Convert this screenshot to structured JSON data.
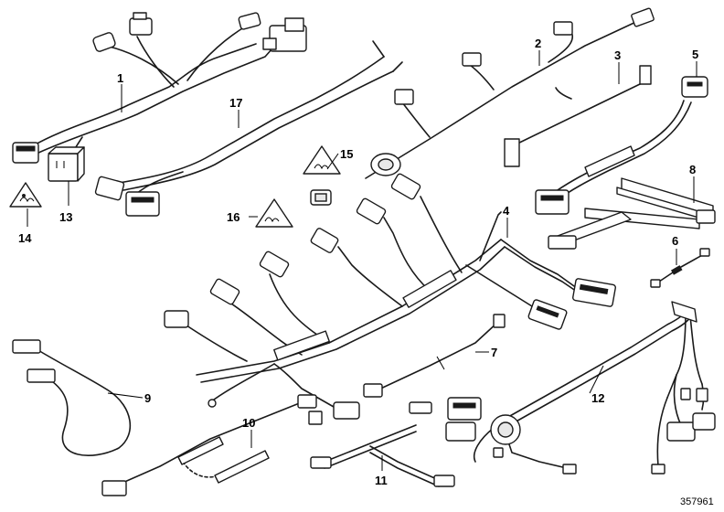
{
  "labels": {
    "l1": "1",
    "l2": "2",
    "l3": "3",
    "l4": "4",
    "l5": "5",
    "l6": "6",
    "l7": "7",
    "l8": "8",
    "l9": "9",
    "l10": "10",
    "l11": "11",
    "l12": "12",
    "l13": "13",
    "l14": "14",
    "l15": "15",
    "l16": "16",
    "l17": "17"
  },
  "reference_number": "357961",
  "icons": {
    "connector": "connector-icon",
    "warning": "warning-triangle-icon",
    "relay": "relay-icon",
    "grommet": "grommet-icon"
  }
}
